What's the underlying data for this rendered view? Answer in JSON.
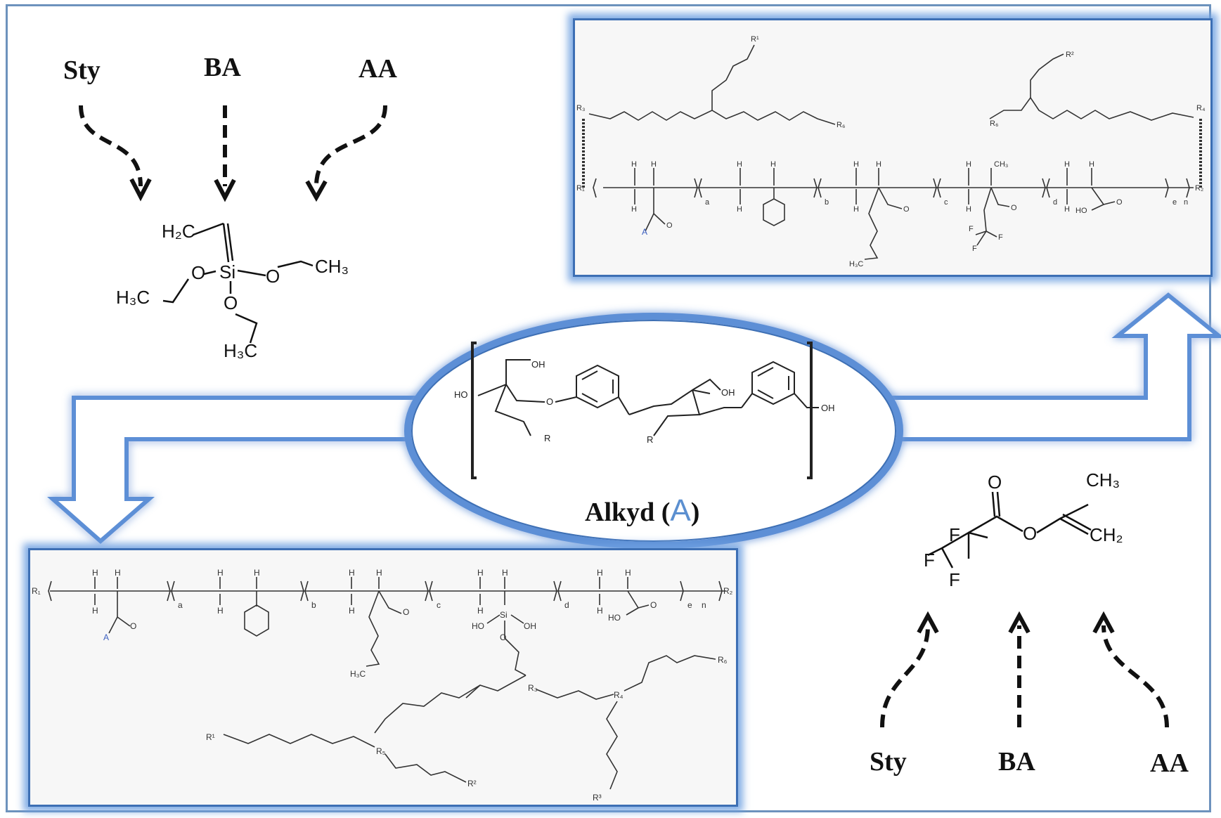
{
  "reagents_top": {
    "sty": "Sty",
    "ba": "BA",
    "aa": "AA"
  },
  "reagents_bottom": {
    "sty": "Sty",
    "ba": "BA",
    "aa": "AA"
  },
  "vtes": {
    "h2c": "H₂C",
    "o": "O",
    "si": "Si",
    "ch3": "CH₃",
    "h3c_left": "H₃C",
    "h3c_bottom": "H₃C"
  },
  "tfema": {
    "o_top": "O",
    "ch3": "CH₃",
    "f1": "F",
    "f2": "F",
    "f3": "F",
    "o_ester": "O",
    "ch2": "CH₂"
  },
  "alkyd": {
    "label_pre": "Alkyd (",
    "label_letter": "A",
    "label_post": ")",
    "oh1": "OH",
    "ho": "HO",
    "oh2": "OH",
    "oh3": "OH",
    "r1": "R",
    "r2": "R",
    "o": "O"
  },
  "polymer_top": {
    "r1": "R₁",
    "r2": "R₂",
    "r3": "R₃",
    "r4": "R₄",
    "r5": "R₅",
    "r6": "R₆",
    "rp1": "R¹",
    "rp2": "R²",
    "a": "a",
    "b": "b",
    "c": "c",
    "d": "d",
    "e": "e",
    "n": "n",
    "h": "H",
    "ch3": "CH₃",
    "f": "F",
    "o": "O",
    "ho": "HO",
    "h3c": "H₃C",
    "A": "A"
  },
  "polymer_bottom": {
    "r1": "R₁",
    "r2": "R₂",
    "r3": "R₃",
    "r4": "R₄",
    "r5": "R₅",
    "r6": "R₆",
    "rp1": "R¹",
    "rp2": "R²",
    "rp3": "R³",
    "a": "a",
    "b": "b",
    "c": "c",
    "d": "d",
    "e": "e",
    "n": "n",
    "h": "H",
    "si": "Si",
    "ho": "HO",
    "oh": "OH",
    "o": "O",
    "h3c": "H₃C",
    "A": "A"
  },
  "colors": {
    "frame": "#6d92bd",
    "box_border": "#3d6fb4",
    "glow": "#8fb8ea",
    "letter_A": "#5b8fd0"
  }
}
